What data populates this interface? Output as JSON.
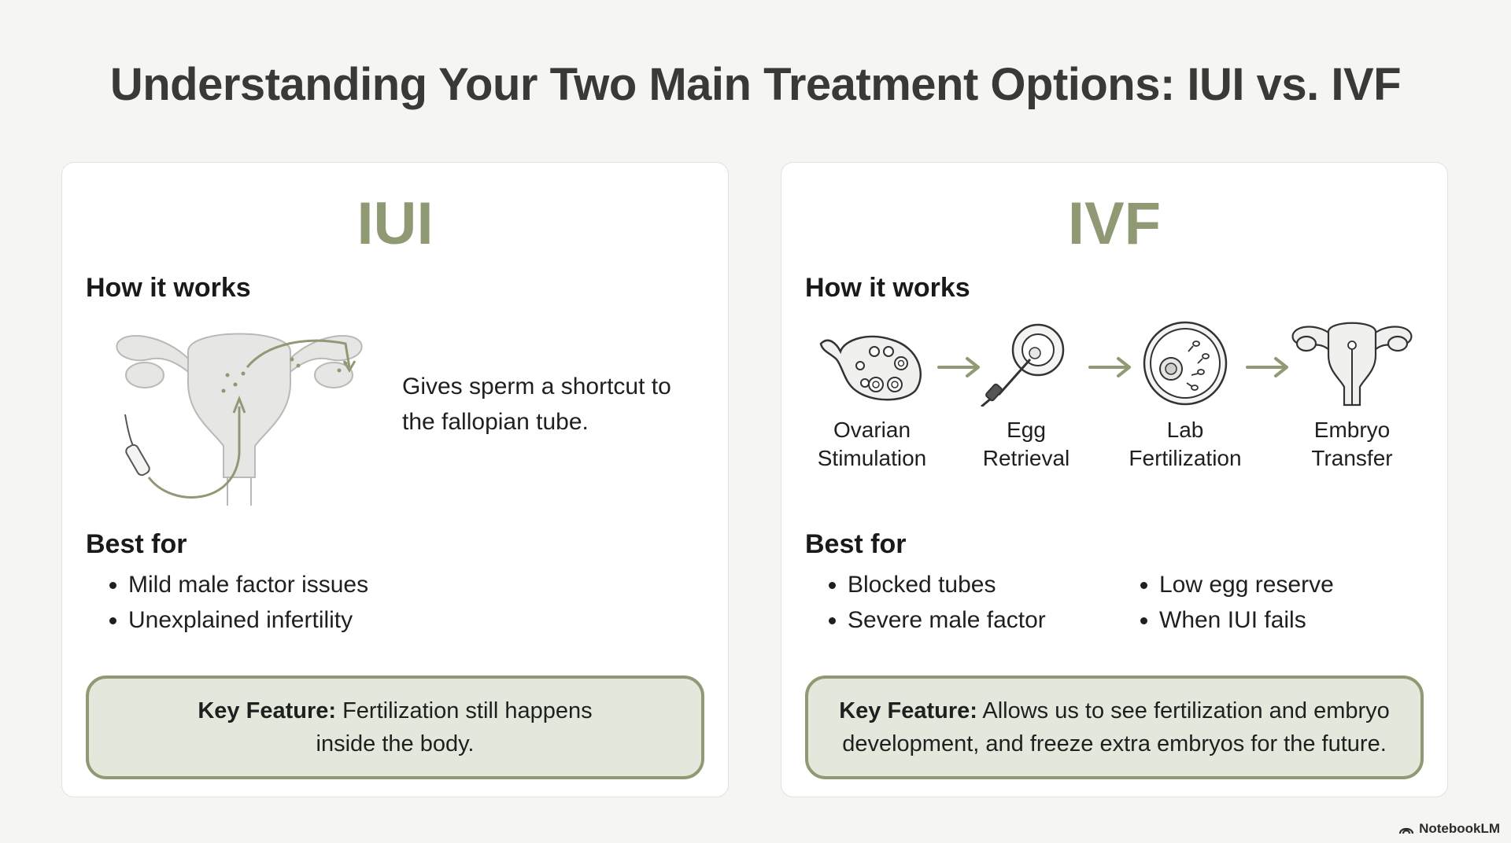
{
  "page": {
    "title": "Understanding Your Two Main Treatment Options: IUI vs. IVF"
  },
  "iui": {
    "title": "IUI",
    "how_heading": "How it works",
    "description": "Gives sperm a shortcut to the fallopian tube.",
    "best_heading": "Best for",
    "best_for": [
      "Mild male factor issues",
      "Unexplained infertility"
    ],
    "key_label": "Key Feature:",
    "key_text": "Fertilization still happens inside the body."
  },
  "ivf": {
    "title": "IVF",
    "how_heading": "How it works",
    "steps": [
      {
        "line1": "Ovarian",
        "line2": "Stimulation",
        "icon": "ovary-icon"
      },
      {
        "line1": "Egg",
        "line2": "Retrieval",
        "icon": "egg-retrieval-icon"
      },
      {
        "line1": "Lab",
        "line2": "Fertilization",
        "icon": "petri-dish-icon"
      },
      {
        "line1": "Embryo",
        "line2": "Transfer",
        "icon": "uterus-icon"
      }
    ],
    "best_heading": "Best for",
    "best_for_col1": [
      "Blocked tubes",
      "Severe male factor"
    ],
    "best_for_col2": [
      "Low egg reserve",
      "When IUI fails"
    ],
    "key_label": "Key Feature:",
    "key_text": "Allows us to see fertilization and embryo development, and freeze extra embryos for the future."
  },
  "brand": {
    "name": "NotebookLM",
    "icon": "notebooklm-logo-icon"
  },
  "colors": {
    "accent": "#8f9a74",
    "accent_light": "#e3e8dc",
    "title_text": "#3a3935",
    "background": "#f5f6f3"
  }
}
